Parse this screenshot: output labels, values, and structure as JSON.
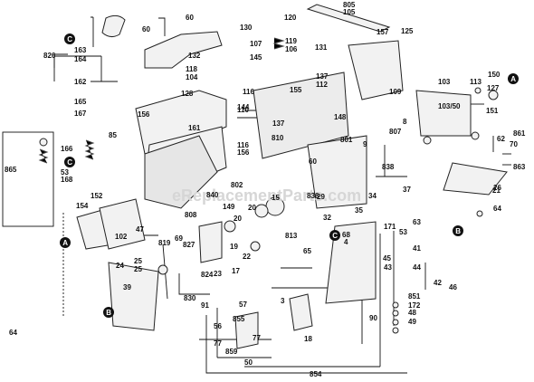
{
  "watermark": "eReplacementParts.com",
  "callout_letters": [
    "A",
    "A",
    "B",
    "B",
    "C",
    "C",
    "C"
  ],
  "part_labels": [
    "60",
    "60",
    "826",
    "163",
    "164",
    "162",
    "165",
    "167",
    "166",
    "53",
    "168",
    "865",
    "85",
    "152",
    "154",
    "102",
    "120",
    "805",
    "105",
    "130",
    "119",
    "106",
    "107",
    "131",
    "157",
    "125",
    "132",
    "118",
    "104",
    "128",
    "145",
    "103",
    "113",
    "150",
    "127",
    "156",
    "116",
    "144",
    "155",
    "137",
    "112",
    "148",
    "109",
    "103/50",
    "151",
    "861",
    "62",
    "70",
    "863",
    "161",
    "110",
    "810",
    "137",
    "116",
    "156",
    "801",
    "9",
    "807",
    "8",
    "838",
    "836",
    "60",
    "802",
    "20",
    "15",
    "29",
    "34",
    "37",
    "813",
    "32",
    "35",
    "63",
    "53",
    "171",
    "41",
    "44",
    "45",
    "43",
    "42",
    "46",
    "47",
    "808",
    "149",
    "20",
    "19",
    "22",
    "17",
    "819",
    "69",
    "25",
    "827",
    "25",
    "24",
    "39",
    "830",
    "824",
    "23",
    "21",
    "64",
    "65",
    "68",
    "4",
    "3",
    "91",
    "56",
    "77",
    "77",
    "859",
    "855",
    "57",
    "18",
    "90",
    "851",
    "172",
    "48",
    "49",
    "50",
    "854",
    "840",
    "26",
    "64"
  ]
}
